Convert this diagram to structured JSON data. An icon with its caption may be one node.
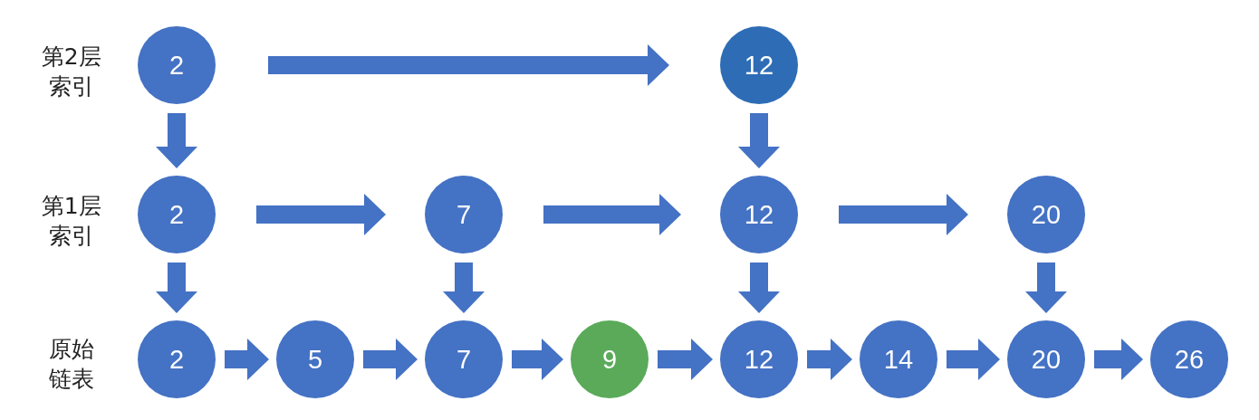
{
  "diagram": {
    "nodes": [
      {
        "text": [
          "2"
        ]
      },
      {
        "text": [
          "12"
        ]
      },
      {
        "text": [
          "2"
        ]
      },
      {
        "text": [
          "7"
        ]
      },
      {
        "text": [
          "12"
        ]
      },
      {
        "text": [
          "20"
        ]
      },
      {
        "text": [
          "2"
        ]
      },
      {
        "text": [
          "5"
        ]
      },
      {
        "text": [
          "7"
        ]
      },
      {
        "text": [
          "9"
        ]
      },
      {
        "text": [
          "12"
        ]
      },
      {
        "text": [
          "14"
        ]
      },
      {
        "text": [
          "20"
        ]
      },
      {
        "text": [
          "26"
        ]
      }
    ],
    "edges": [
      {
        "from": 0,
        "to": 1,
        "arrow": "to"
      },
      {
        "from": 0,
        "to": 2,
        "arrow": "to"
      },
      {
        "from": 1,
        "to": 4,
        "arrow": "to"
      },
      {
        "from": 2,
        "to": 3,
        "arrow": "to"
      },
      {
        "from": 3,
        "to": 4,
        "arrow": "to"
      },
      {
        "from": 4,
        "to": 5,
        "arrow": "to"
      },
      {
        "from": 2,
        "to": 6,
        "arrow": "to"
      },
      {
        "from": 3,
        "to": 8,
        "arrow": "to"
      },
      {
        "from": 4,
        "to": 10,
        "arrow": "to"
      },
      {
        "from": 5,
        "to": 12,
        "arrow": "to"
      },
      {
        "from": 6,
        "to": 7,
        "arrow": "to"
      },
      {
        "from": 7,
        "to": 8,
        "arrow": "to"
      },
      {
        "from": 8,
        "to": 9,
        "arrow": "to"
      },
      {
        "from": 9,
        "to": 10,
        "arrow": "to"
      },
      {
        "from": 10,
        "to": 11,
        "arrow": "to"
      },
      {
        "from": 11,
        "to": 12,
        "arrow": "to"
      },
      {
        "from": 12,
        "to": 13,
        "arrow": "to"
      }
    ],
    "labels": [
      "第2层索引",
      "第1层索引",
      "原始链表"
    ]
  }
}
